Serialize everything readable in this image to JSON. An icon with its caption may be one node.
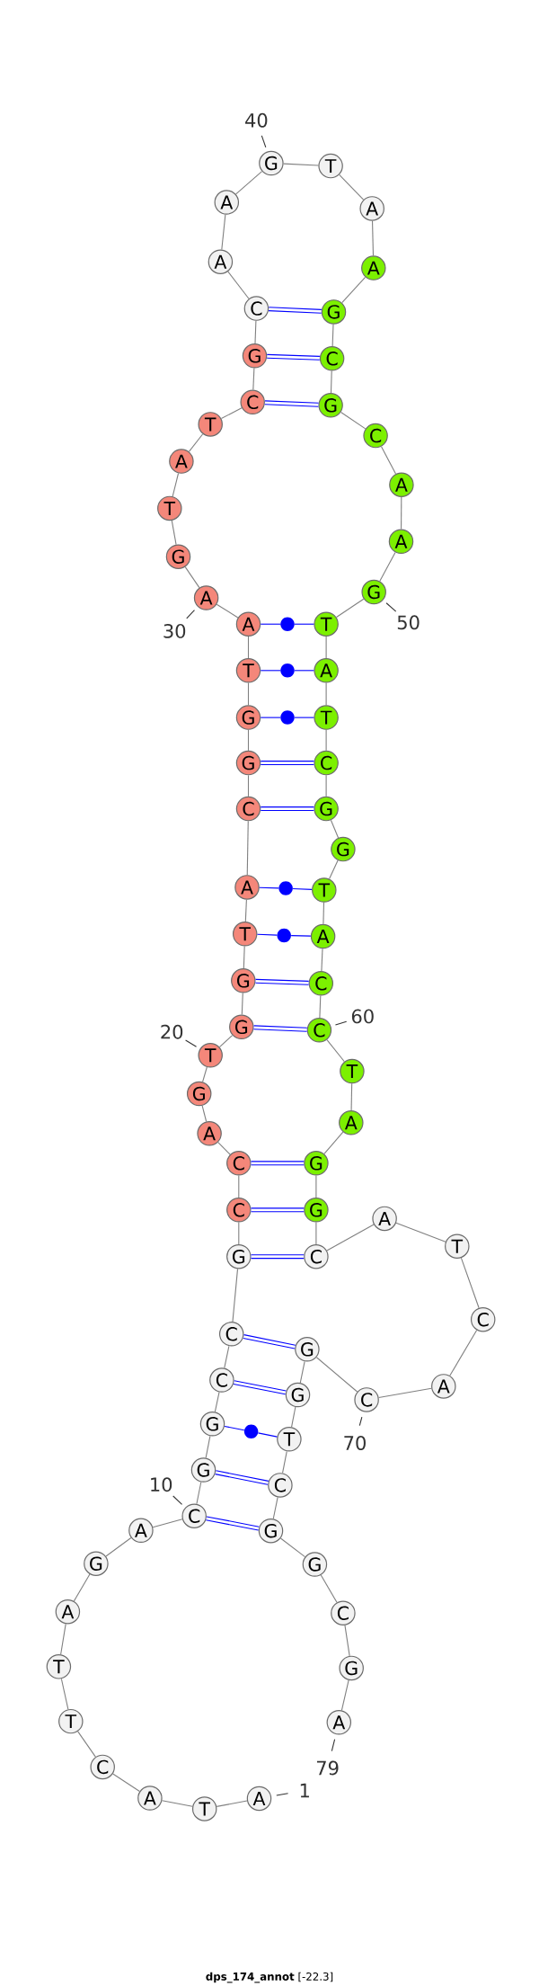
{
  "diagram": {
    "caption": "**dps_174_annot** [-22.3]",
    "nodes": [
      {
        "text": [
          "A"
        ]
      },
      {
        "text": [
          "T"
        ]
      },
      {
        "text": [
          "A"
        ]
      },
      {
        "text": [
          "C"
        ]
      },
      {
        "text": [
          "T"
        ]
      },
      {
        "text": [
          "T"
        ]
      },
      {
        "text": [
          "A"
        ]
      },
      {
        "text": [
          "G"
        ]
      },
      {
        "text": [
          "A"
        ]
      },
      {
        "text": [
          "C"
        ]
      },
      {
        "text": [
          "G"
        ]
      },
      {
        "text": [
          "G"
        ]
      },
      {
        "text": [
          "C"
        ]
      },
      {
        "text": [
          "C"
        ]
      },
      {
        "text": [
          "G"
        ]
      },
      {
        "text": [
          "C"
        ]
      },
      {
        "text": [
          "C"
        ]
      },
      {
        "text": [
          "A"
        ]
      },
      {
        "text": [
          "G"
        ]
      },
      {
        "text": [
          "T"
        ]
      },
      {
        "text": [
          "G"
        ]
      },
      {
        "text": [
          "G"
        ]
      },
      {
        "text": [
          "T"
        ]
      },
      {
        "text": [
          "A"
        ]
      },
      {
        "text": [
          "C"
        ]
      },
      {
        "text": [
          "G"
        ]
      },
      {
        "text": [
          "G"
        ]
      },
      {
        "text": [
          "T"
        ]
      },
      {
        "text": [
          "A"
        ]
      },
      {
        "text": [
          "A"
        ]
      },
      {
        "text": [
          "G"
        ]
      },
      {
        "text": [
          "T"
        ]
      },
      {
        "text": [
          "A"
        ]
      },
      {
        "text": [
          "T"
        ]
      },
      {
        "text": [
          "C"
        ]
      },
      {
        "text": [
          "G"
        ]
      },
      {
        "text": [
          "C"
        ]
      },
      {
        "text": [
          "A"
        ]
      },
      {
        "text": [
          "A"
        ]
      },
      {
        "text": [
          "G"
        ]
      },
      {
        "text": [
          "T"
        ]
      },
      {
        "text": [
          "A"
        ]
      },
      {
        "text": [
          "A"
        ]
      },
      {
        "text": [
          "G"
        ]
      },
      {
        "text": [
          "C"
        ]
      },
      {
        "text": [
          "G"
        ]
      },
      {
        "text": [
          "C"
        ]
      },
      {
        "text": [
          "A"
        ]
      },
      {
        "text": [
          "A"
        ]
      },
      {
        "text": [
          "G"
        ]
      },
      {
        "text": [
          "T"
        ]
      },
      {
        "text": [
          "A"
        ]
      },
      {
        "text": [
          "T"
        ]
      },
      {
        "text": [
          "C"
        ]
      },
      {
        "text": [
          "G"
        ]
      },
      {
        "text": [
          "G"
        ]
      },
      {
        "text": [
          "T"
        ]
      },
      {
        "text": [
          "A"
        ]
      },
      {
        "text": [
          "C"
        ]
      },
      {
        "text": [
          "C"
        ]
      },
      {
        "text": [
          "T"
        ]
      },
      {
        "text": [
          "A"
        ]
      },
      {
        "text": [
          "G"
        ]
      },
      {
        "text": [
          "G"
        ]
      },
      {
        "text": [
          "C"
        ]
      },
      {
        "text": [
          "A"
        ]
      },
      {
        "text": [
          "T"
        ]
      },
      {
        "text": [
          "C"
        ]
      },
      {
        "text": [
          "A"
        ]
      },
      {
        "text": [
          "C"
        ]
      },
      {
        "text": [
          "G"
        ]
      },
      {
        "text": [
          "G"
        ]
      },
      {
        "text": [
          "T"
        ]
      },
      {
        "text": [
          "C"
        ]
      },
      {
        "text": [
          "G"
        ]
      },
      {
        "text": [
          "G"
        ]
      },
      {
        "text": [
          "C"
        ]
      },
      {
        "text": [
          "G"
        ]
      },
      {
        "text": [
          "A"
        ]
      },
      {
        "text": [
          "1"
        ]
      },
      {
        "text": [
          "10"
        ]
      },
      {
        "text": [
          "20"
        ]
      },
      {
        "text": [
          "30"
        ]
      },
      {
        "text": [
          "40"
        ]
      },
      {
        "text": [
          "50"
        ]
      },
      {
        "text": [
          "60"
        ]
      },
      {
        "text": [
          "70"
        ]
      },
      {
        "text": [
          "79"
        ]
      },
      {
        "text": [],
        "shape": "circle"
      },
      {
        "text": [],
        "shape": "circle"
      },
      {
        "text": [],
        "shape": "circle"
      },
      {
        "text": [],
        "shape": "circle"
      },
      {
        "text": [],
        "shape": "circle"
      },
      {
        "text": [],
        "shape": "circle"
      }
    ],
    "edges": [
      {
        "from": 0,
        "to": 1,
        "arrow": "none"
      },
      {
        "from": 1,
        "to": 2,
        "arrow": "none"
      },
      {
        "from": 2,
        "to": 3,
        "arrow": "none"
      },
      {
        "from": 3,
        "to": 4,
        "arrow": "none"
      },
      {
        "from": 4,
        "to": 5,
        "arrow": "none"
      },
      {
        "from": 5,
        "to": 6,
        "arrow": "none"
      },
      {
        "from": 6,
        "to": 7,
        "arrow": "none"
      },
      {
        "from": 7,
        "to": 8,
        "arrow": "none"
      },
      {
        "from": 8,
        "to": 9,
        "arrow": "none"
      },
      {
        "from": 9,
        "to": 10,
        "arrow": "none"
      },
      {
        "from": 10,
        "to": 11,
        "arrow": "none"
      },
      {
        "from": 11,
        "to": 12,
        "arrow": "none"
      },
      {
        "from": 12,
        "to": 13,
        "arrow": "none"
      },
      {
        "from": 13,
        "to": 14,
        "arrow": "none"
      },
      {
        "from": 14,
        "to": 15,
        "arrow": "none"
      },
      {
        "from": 15,
        "to": 16,
        "arrow": "none"
      },
      {
        "from": 16,
        "to": 17,
        "arrow": "none"
      },
      {
        "from": 17,
        "to": 18,
        "arrow": "none"
      },
      {
        "from": 18,
        "to": 19,
        "arrow": "none"
      },
      {
        "from": 19,
        "to": 20,
        "arrow": "none"
      },
      {
        "from": 20,
        "to": 21,
        "arrow": "none"
      },
      {
        "from": 21,
        "to": 22,
        "arrow": "none"
      },
      {
        "from": 22,
        "to": 23,
        "arrow": "none"
      },
      {
        "from": 23,
        "to": 24,
        "arrow": "none"
      },
      {
        "from": 24,
        "to": 25,
        "arrow": "none"
      },
      {
        "from": 25,
        "to": 26,
        "arrow": "none"
      },
      {
        "from": 26,
        "to": 27,
        "arrow": "none"
      },
      {
        "from": 27,
        "to": 28,
        "arrow": "none"
      },
      {
        "from": 28,
        "to": 29,
        "arrow": "none"
      },
      {
        "from": 29,
        "to": 30,
        "arrow": "none"
      },
      {
        "from": 30,
        "to": 31,
        "arrow": "none"
      },
      {
        "from": 31,
        "to": 32,
        "arrow": "none"
      },
      {
        "from": 32,
        "to": 33,
        "arrow": "none"
      },
      {
        "from": 33,
        "to": 34,
        "arrow": "none"
      },
      {
        "from": 34,
        "to": 35,
        "arrow": "none"
      },
      {
        "from": 35,
        "to": 36,
        "arrow": "none"
      },
      {
        "from": 36,
        "to": 37,
        "arrow": "none"
      },
      {
        "from": 37,
        "to": 38,
        "arrow": "none"
      },
      {
        "from": 38,
        "to": 39,
        "arrow": "none"
      },
      {
        "from": 39,
        "to": 40,
        "arrow": "none"
      },
      {
        "from": 40,
        "to": 41,
        "arrow": "none"
      },
      {
        "from": 41,
        "to": 42,
        "arrow": "none"
      },
      {
        "from": 42,
        "to": 43,
        "arrow": "none"
      },
      {
        "from": 43,
        "to": 44,
        "arrow": "none"
      },
      {
        "from": 44,
        "to": 45,
        "arrow": "none"
      },
      {
        "from": 45,
        "to": 46,
        "arrow": "none"
      },
      {
        "from": 46,
        "to": 47,
        "arrow": "none"
      },
      {
        "from": 47,
        "to": 48,
        "arrow": "none"
      },
      {
        "from": 48,
        "to": 49,
        "arrow": "none"
      },
      {
        "from": 49,
        "to": 50,
        "arrow": "none"
      },
      {
        "from": 50,
        "to": 51,
        "arrow": "none"
      },
      {
        "from": 51,
        "to": 52,
        "arrow": "none"
      },
      {
        "from": 52,
        "to": 53,
        "arrow": "none"
      },
      {
        "from": 53,
        "to": 54,
        "arrow": "none"
      },
      {
        "from": 54,
        "to": 55,
        "arrow": "none"
      },
      {
        "from": 55,
        "to": 56,
        "arrow": "none"
      },
      {
        "from": 56,
        "to": 57,
        "arrow": "none"
      },
      {
        "from": 57,
        "to": 58,
        "arrow": "none"
      },
      {
        "from": 58,
        "to": 59,
        "arrow": "none"
      },
      {
        "from": 59,
        "to": 60,
        "arrow": "none"
      },
      {
        "from": 60,
        "to": 61,
        "arrow": "none"
      },
      {
        "from": 61,
        "to": 62,
        "arrow": "none"
      },
      {
        "from": 62,
        "to": 63,
        "arrow": "none"
      },
      {
        "from": 63,
        "to": 64,
        "arrow": "none"
      },
      {
        "from": 64,
        "to": 65,
        "arrow": "none"
      },
      {
        "from": 65,
        "to": 66,
        "arrow": "none"
      },
      {
        "from": 66,
        "to": 67,
        "arrow": "none"
      },
      {
        "from": 67,
        "to": 68,
        "arrow": "none"
      },
      {
        "from": 68,
        "to": 69,
        "arrow": "none"
      },
      {
        "from": 69,
        "to": 70,
        "arrow": "none"
      },
      {
        "from": 70,
        "to": 71,
        "arrow": "none"
      },
      {
        "from": 71,
        "to": 72,
        "arrow": "none"
      },
      {
        "from": 72,
        "to": 73,
        "arrow": "none"
      },
      {
        "from": 73,
        "to": 74,
        "arrow": "none"
      },
      {
        "from": 74,
        "to": 75,
        "arrow": "none"
      },
      {
        "from": 75,
        "to": 76,
        "arrow": "none"
      },
      {
        "from": 76,
        "to": 77,
        "arrow": "none"
      },
      {
        "from": 77,
        "to": 78,
        "arrow": "none"
      },
      {
        "from": 9,
        "to": 74,
        "arrow": "none",
        "style": "thick",
        "color": "#0000ff"
      },
      {
        "from": 10,
        "to": 73,
        "arrow": "none",
        "style": "thick",
        "color": "#0000ff"
      },
      {
        "from": 12,
        "to": 71,
        "arrow": "none",
        "style": "thick",
        "color": "#0000ff"
      },
      {
        "from": 13,
        "to": 70,
        "arrow": "none",
        "style": "thick",
        "color": "#0000ff"
      },
      {
        "from": 14,
        "to": 64,
        "arrow": "none",
        "style": "thick",
        "color": "#0000ff"
      },
      {
        "from": 15,
        "to": 63,
        "arrow": "none",
        "style": "thick",
        "color": "#0000ff"
      },
      {
        "from": 16,
        "to": 62,
        "arrow": "none",
        "style": "thick",
        "color": "#0000ff"
      },
      {
        "from": 20,
        "to": 59,
        "arrow": "none",
        "style": "thick",
        "color": "#0000ff"
      },
      {
        "from": 21,
        "to": 58,
        "arrow": "none",
        "style": "thick",
        "color": "#0000ff"
      },
      {
        "from": 24,
        "to": 54,
        "arrow": "none",
        "style": "thick",
        "color": "#0000ff"
      },
      {
        "from": 25,
        "to": 53,
        "arrow": "none",
        "style": "thick",
        "color": "#0000ff"
      },
      {
        "from": 34,
        "to": 45,
        "arrow": "none",
        "style": "thick",
        "color": "#0000ff"
      },
      {
        "from": 35,
        "to": 44,
        "arrow": "none",
        "style": "thick",
        "color": "#0000ff"
      },
      {
        "from": 36,
        "to": 43,
        "arrow": "none",
        "style": "thick",
        "color": "#0000ff"
      },
      {
        "from": 28,
        "to": 88,
        "arrow": "none",
        "color": "#0000ff"
      },
      {
        "from": 88,
        "to": 50,
        "arrow": "none",
        "color": "#0000ff"
      },
      {
        "from": 27,
        "to": 89,
        "arrow": "none",
        "color": "#0000ff"
      },
      {
        "from": 89,
        "to": 51,
        "arrow": "none",
        "color": "#0000ff"
      },
      {
        "from": 26,
        "to": 90,
        "arrow": "none",
        "color": "#0000ff"
      },
      {
        "from": 90,
        "to": 52,
        "arrow": "none",
        "color": "#0000ff"
      },
      {
        "from": 23,
        "to": 91,
        "arrow": "none",
        "color": "#0000ff"
      },
      {
        "from": 91,
        "to": 56,
        "arrow": "none",
        "color": "#0000ff"
      },
      {
        "from": 22,
        "to": 92,
        "arrow": "none",
        "color": "#0000ff"
      },
      {
        "from": 92,
        "to": 57,
        "arrow": "none",
        "color": "#0000ff"
      },
      {
        "from": 11,
        "to": 93,
        "arrow": "none",
        "color": "#0000ff"
      },
      {
        "from": 93,
        "to": 72,
        "arrow": "none",
        "color": "#0000ff"
      },
      {
        "from": 79,
        "to": 0,
        "arrow": "none",
        "color": "#333333"
      },
      {
        "from": 80,
        "to": 9,
        "arrow": "none",
        "color": "#333333"
      },
      {
        "from": 81,
        "to": 19,
        "arrow": "none",
        "color": "#333333"
      },
      {
        "from": 82,
        "to": 29,
        "arrow": "none",
        "color": "#333333"
      },
      {
        "from": 83,
        "to": 39,
        "arrow": "none",
        "color": "#333333"
      },
      {
        "from": 84,
        "to": 49,
        "arrow": "none",
        "color": "#333333"
      },
      {
        "from": 85,
        "to": 59,
        "arrow": "none",
        "color": "#333333"
      },
      {
        "from": 86,
        "to": 69,
        "arrow": "none",
        "color": "#333333"
      },
      {
        "from": 87,
        "to": 78,
        "arrow": "none",
        "color": "#333333"
      }
    ]
  }
}
